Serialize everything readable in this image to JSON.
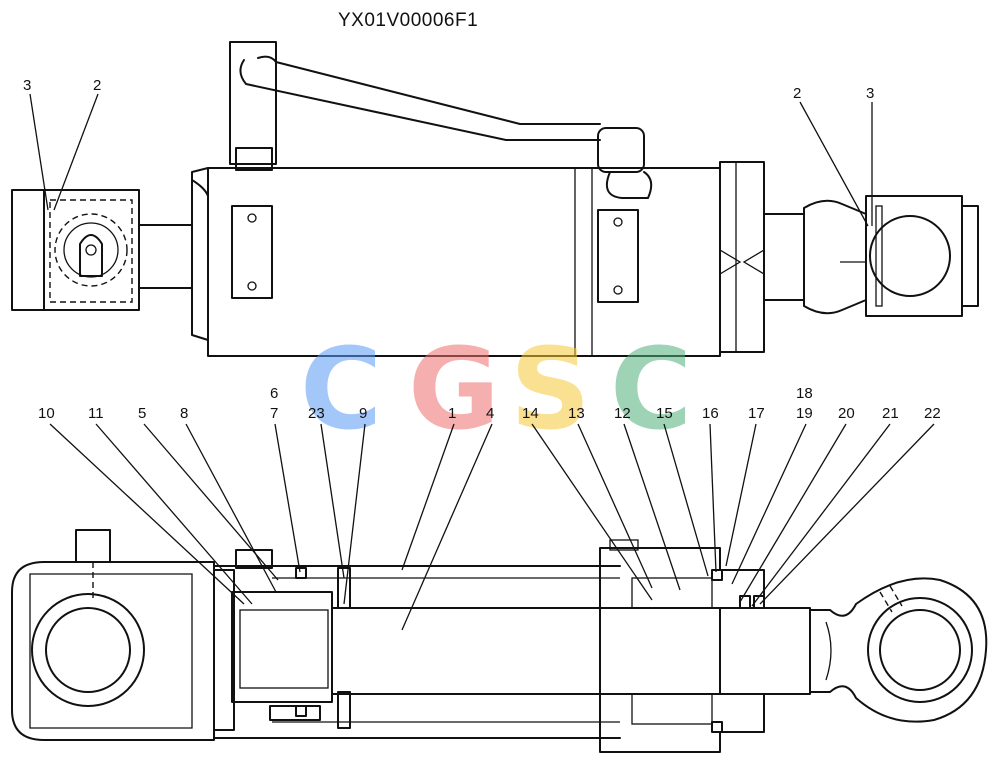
{
  "drawing_id": "YX01V00006F1",
  "watermark": {
    "letters": [
      "C",
      "G",
      "S",
      "C"
    ],
    "colors": [
      "#5b9bf6",
      "#ef6f6f",
      "#f7c93a",
      "#4fb07a"
    ]
  },
  "callouts_top": [
    "3",
    "2",
    "2",
    "3"
  ],
  "callouts_bottom": [
    "10",
    "11",
    "5",
    "8",
    "6",
    "7",
    "23",
    "9",
    "1",
    "4",
    "14",
    "13",
    "12",
    "15",
    "16",
    "17",
    "18",
    "19",
    "20",
    "21",
    "22"
  ]
}
